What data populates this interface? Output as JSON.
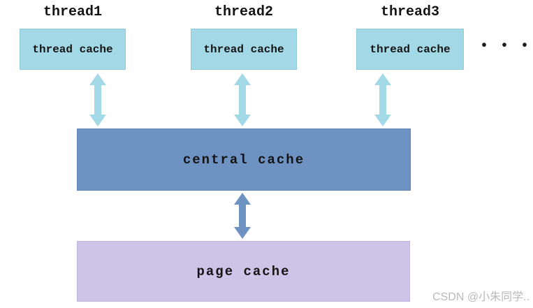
{
  "diagram": {
    "threads": [
      {
        "title": "thread1",
        "cache_label": "thread cache"
      },
      {
        "title": "thread2",
        "cache_label": "thread cache"
      },
      {
        "title": "thread3",
        "cache_label": "thread cache"
      }
    ],
    "ellipsis_dots": [
      "•",
      "•",
      "•"
    ],
    "central_cache_label": "central cache",
    "page_cache_label": "page cache",
    "watermark": "CSDN @小朱同学..",
    "colors": {
      "thread_cache_fill": "#a3d9e6",
      "central_cache_fill": "#6e93c3",
      "page_cache_fill": "#cdc5e8",
      "light_arrow": "#a3d9e6",
      "steel_arrow": "#6e93c3",
      "text": "#141414",
      "watermark_text": "#b9b9b9"
    }
  }
}
